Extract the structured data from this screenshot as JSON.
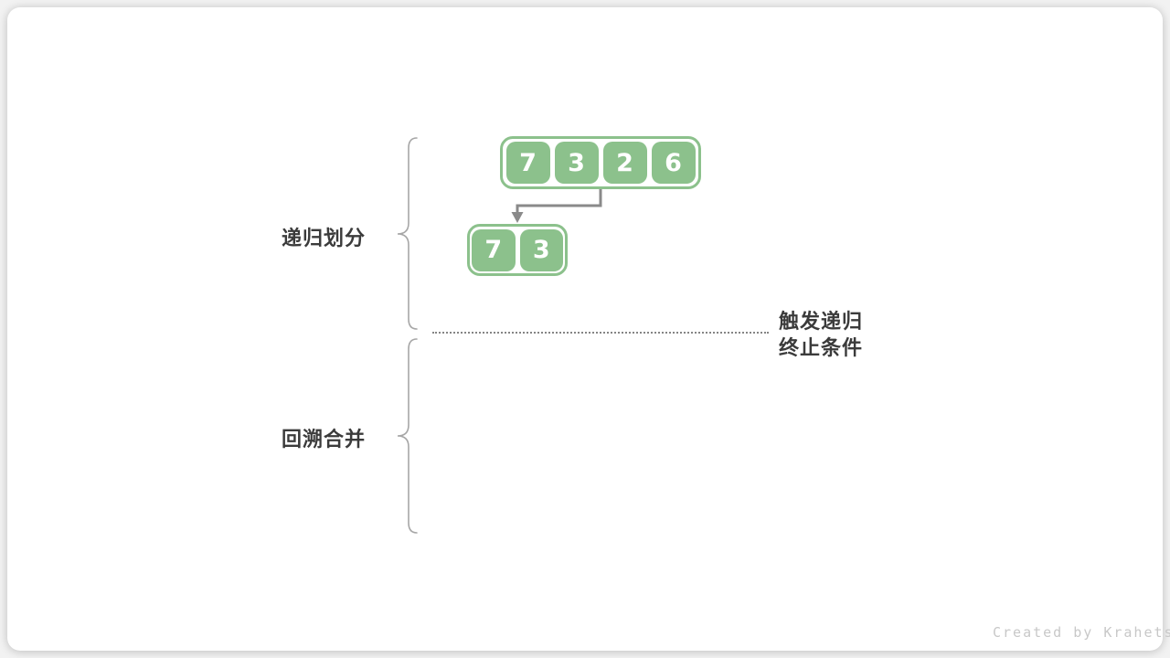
{
  "diagram": {
    "section_labels": {
      "recursive_divide": "递归划分",
      "backtrack_merge": "回溯合并"
    },
    "termination_note": {
      "line1": "触发递归",
      "line2": "终止条件"
    },
    "arrays": [
      {
        "name": "array-7-3-2-6",
        "values": [
          "7",
          "3",
          "2",
          "6"
        ]
      },
      {
        "name": "array-7-3",
        "values": [
          "7",
          "3"
        ]
      }
    ],
    "watermark": "Created by Krahets",
    "colors": {
      "box_green": "#8cc18c",
      "cell_text": "#ffffff",
      "connector_gray": "#8a8a8a",
      "label_dark": "#3b3b3b",
      "brace_gray": "#a6a6a6",
      "dotted_line_gray": "#858585",
      "watermark_gray": "#c8c8c8",
      "card_background": "#ffffff"
    }
  }
}
